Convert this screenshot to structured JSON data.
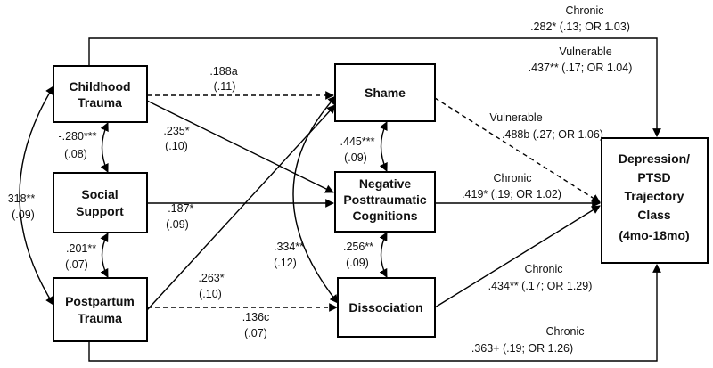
{
  "nodes": {
    "childhood_trauma": [
      "Childhood",
      "Trauma"
    ],
    "social_support": [
      "Social",
      "Support"
    ],
    "postpartum_trauma": [
      "Postpartum",
      "Trauma"
    ],
    "shame": [
      "Shame"
    ],
    "cognitions": [
      "Negative",
      "Posttraumatic",
      "Cognitions"
    ],
    "dissociation": [
      "Dissociation"
    ],
    "outcome": [
      "Depression/",
      "PTSD",
      "Trajectory",
      "Class",
      "(4mo-18mo)"
    ]
  },
  "paths": {
    "childhood_outcome": [
      "Chronic",
      ".282* (.13; OR 1.03)",
      "Vulnerable",
      ".437** (.17; OR 1.04)"
    ],
    "childhood_shame": [
      ".188a",
      "(.11)"
    ],
    "childhood_cognitions": [
      ".235*",
      "(.10)"
    ],
    "childhood_social": [
      "-.280***",
      "(.08)"
    ],
    "childhood_postpartum": [
      "318**",
      "(.09)"
    ],
    "social_cognitions": [
      "- .187*",
      "(.09)"
    ],
    "social_postpartum": [
      "-.201**",
      "(.07)"
    ],
    "postpartum_shame": [
      ".263*",
      "(.10)"
    ],
    "postpartum_dissociation": [
      ".136c",
      "(.07)"
    ],
    "postpartum_outcome": [
      "Chronic",
      ".363+ (.19; OR 1.26)"
    ],
    "shame_cognitions": [
      ".445***",
      "(.09)"
    ],
    "shame_dissociation": [
      ".334**",
      "(.12)"
    ],
    "cognitions_dissociation": [
      ".256**",
      "(.09)"
    ],
    "shame_outcome": [
      "Vulnerable",
      ".488b (.27; OR 1.06)"
    ],
    "cognitions_outcome": [
      "Chronic",
      ".419* (.19; OR 1.02)"
    ],
    "dissociation_outcome": [
      "Chronic",
      ".434** (.17; OR 1.29)"
    ]
  }
}
